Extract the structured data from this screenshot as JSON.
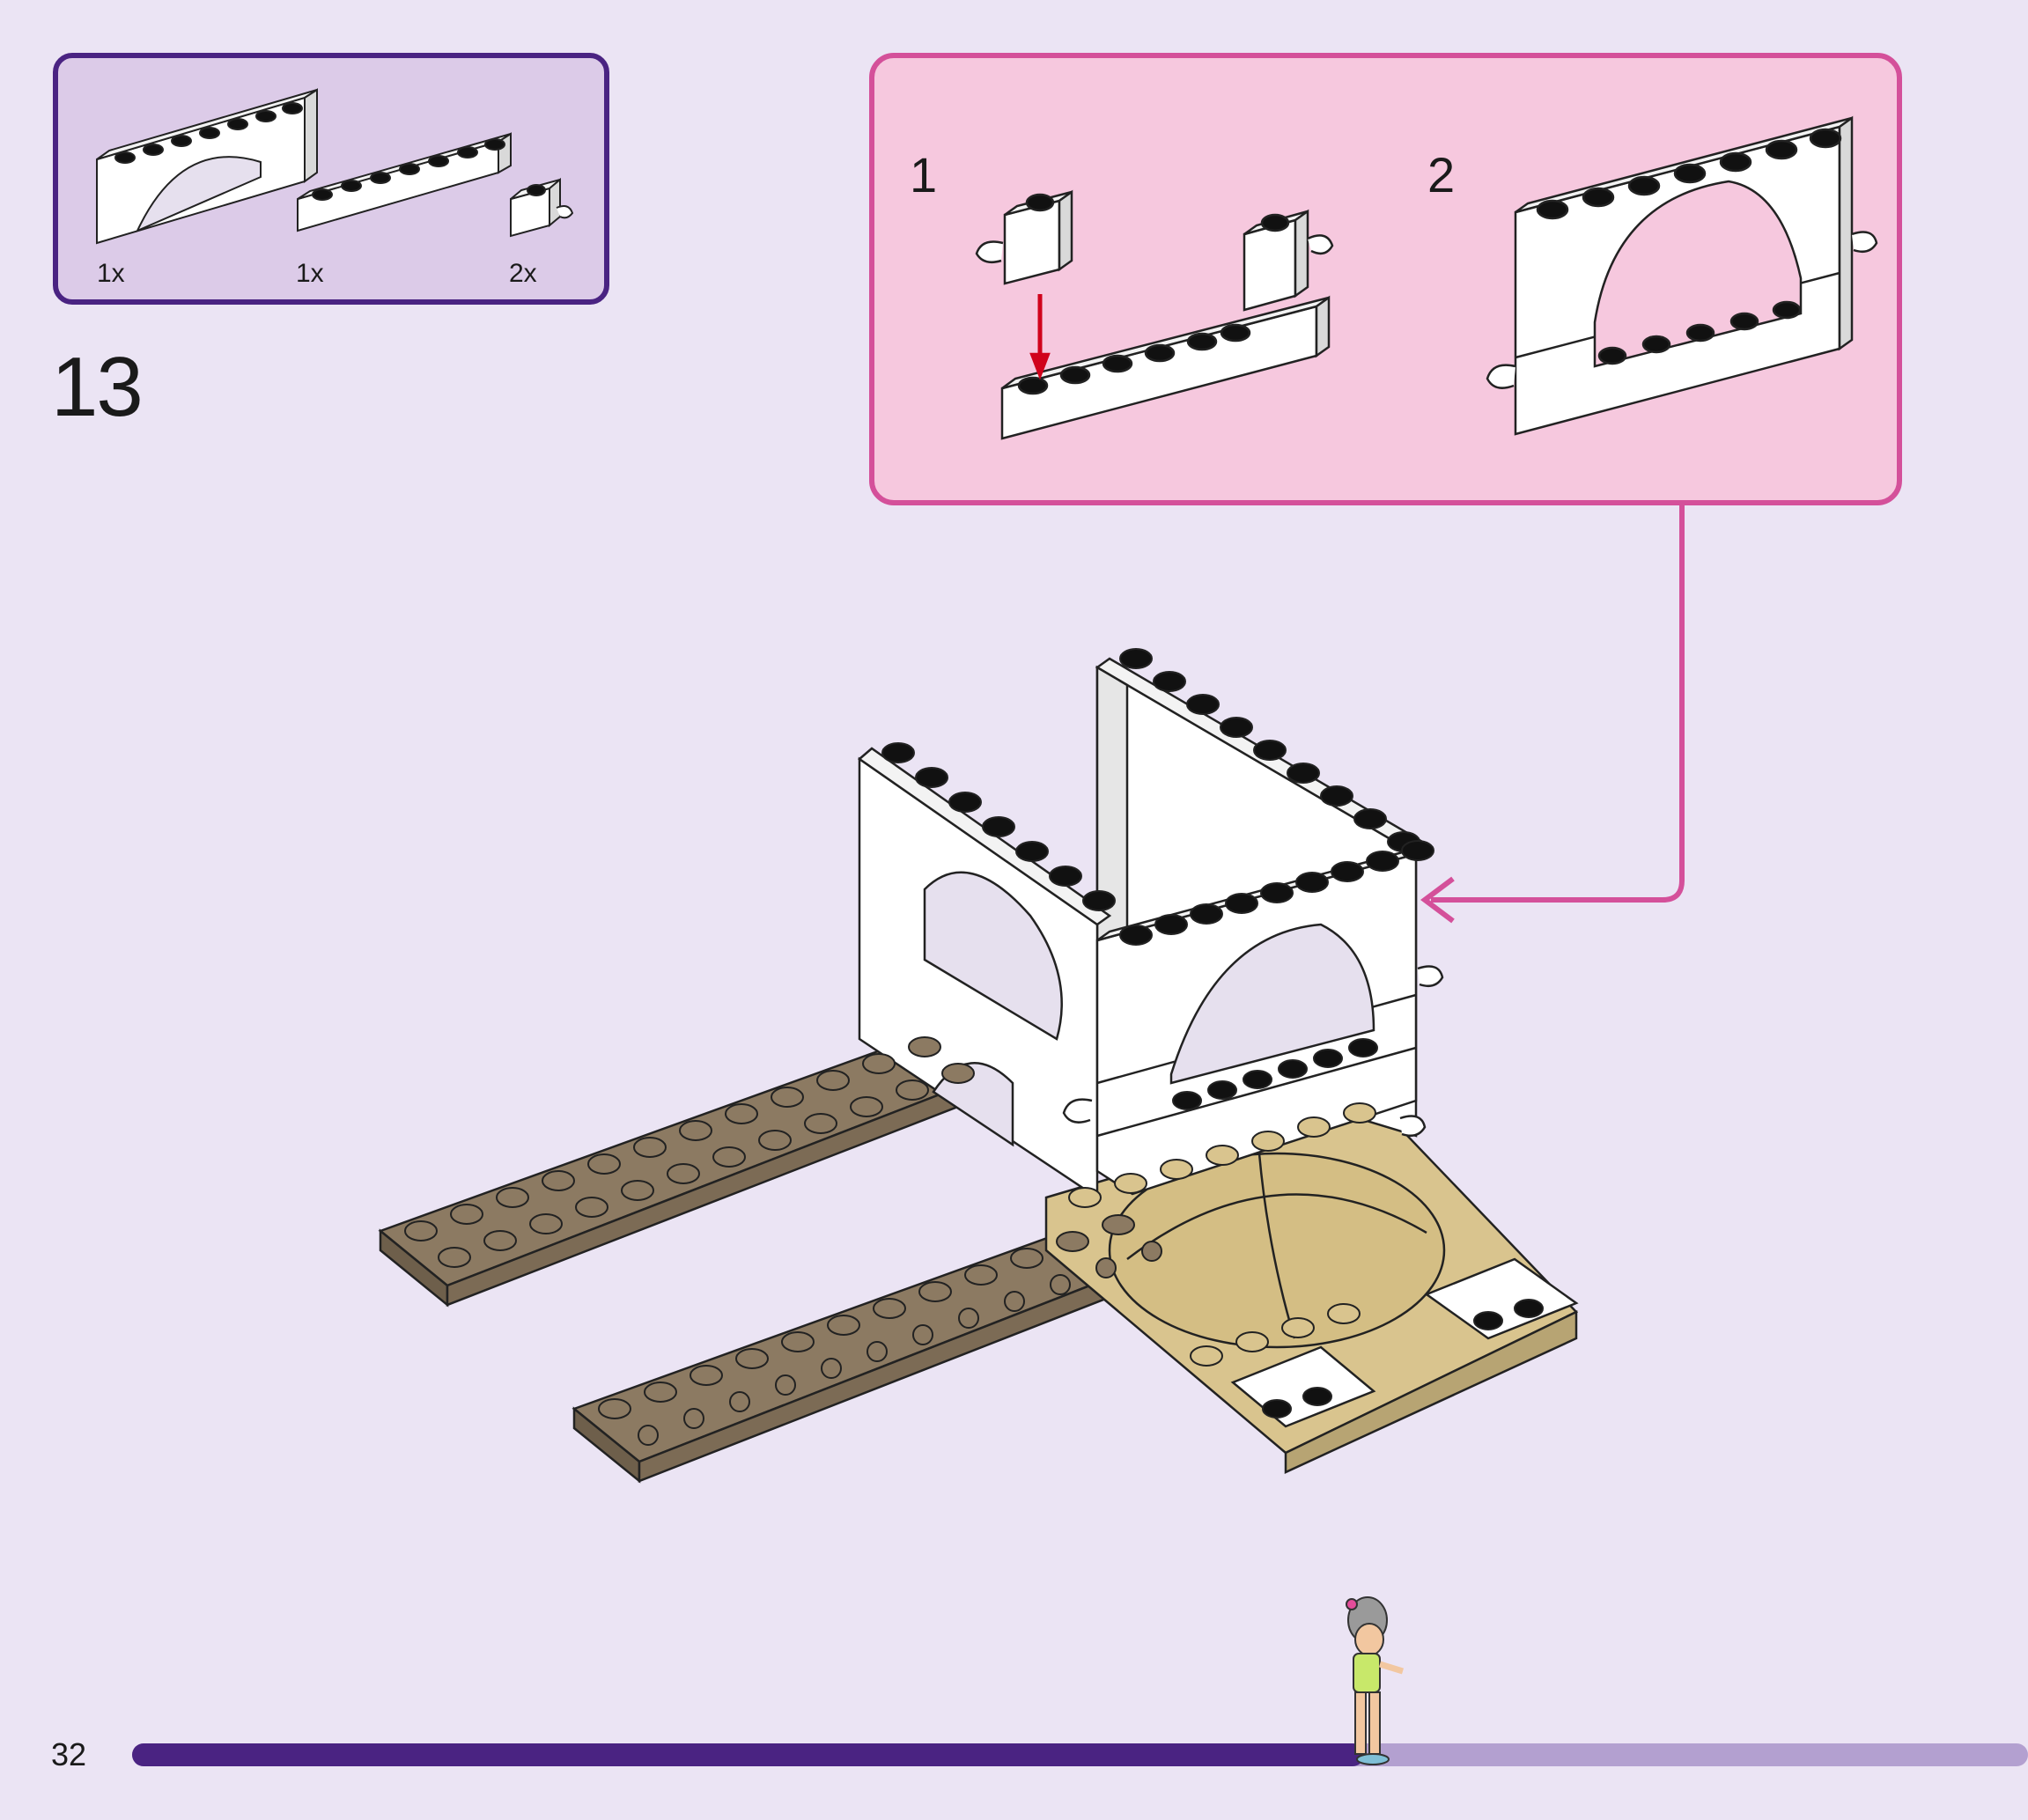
{
  "parts": [
    {
      "name": "arch-brick",
      "qty": "1x"
    },
    {
      "name": "long-brick",
      "qty": "1x"
    },
    {
      "name": "clip-brick",
      "qty": "2x"
    }
  ],
  "step": {
    "number": "13"
  },
  "callout": {
    "sub_steps": [
      {
        "number": "1"
      },
      {
        "number": "2"
      }
    ]
  },
  "page": {
    "number": "32",
    "progress": 0.65
  },
  "colors": {
    "background": "#ebe4f4",
    "parts_box_bg": "#dccbe8",
    "parts_box_border": "#4a2382",
    "callout_bg": "#f6c8de",
    "callout_border": "#d4509a",
    "progress_done": "#4a2382",
    "progress_remaining": "#b3a0d0",
    "brick_white": "#ffffff",
    "brick_dark_tan": "#8c7a62",
    "brick_tan": "#d9c48e",
    "arrow_red": "#d0021b"
  },
  "icons": [
    "arch-brick-icon",
    "long-brick-icon",
    "clip-brick-icon",
    "minifigure-icon",
    "insert-arrow-icon",
    "callout-arrow-icon"
  ]
}
